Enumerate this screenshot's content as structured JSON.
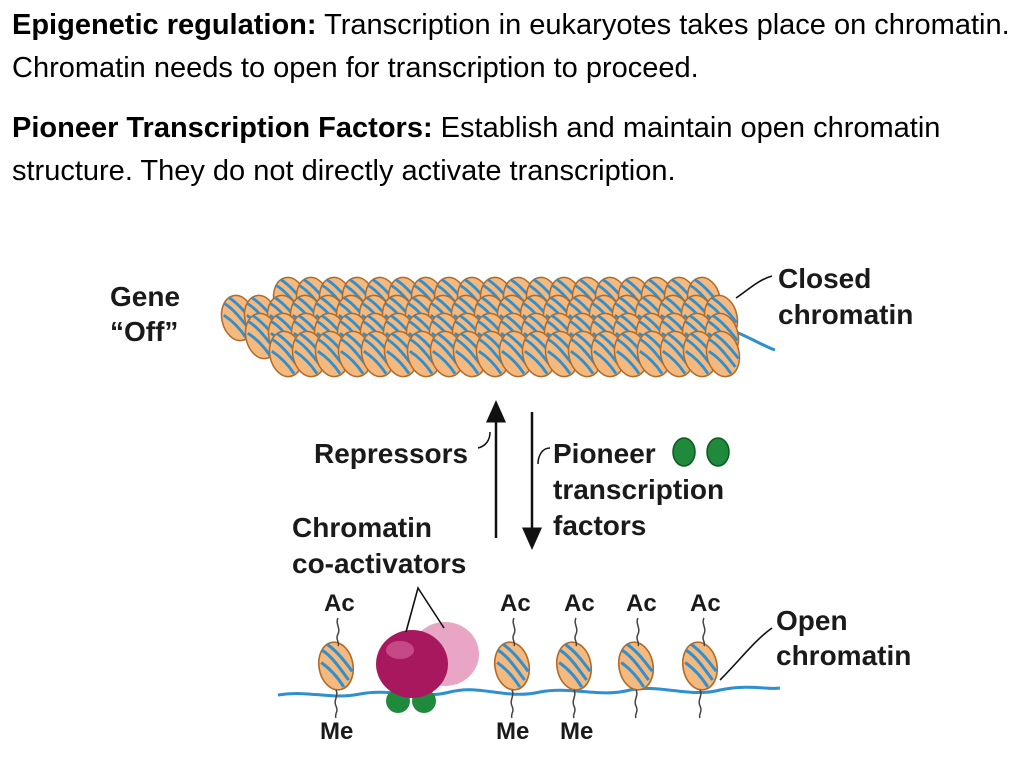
{
  "paragraph1": {
    "title": "Epigenetic regulation:",
    "text": " Transcription in eukaryotes takes place on chromatin.  Chromatin needs to open for transcription to proceed."
  },
  "paragraph2": {
    "title": "Pioneer Transcription Factors:",
    "text": " Establish and maintain open chromatin structure. They do not directly activate transcription."
  },
  "diagram": {
    "gene_off_line1": "Gene",
    "gene_off_line2": "“Off”",
    "closed_chromatin_line1": "Closed",
    "closed_chromatin_line2": "chromatin",
    "repressors": "Repressors",
    "pioneer_line1": "Pioneer",
    "pioneer_line2": "transcription",
    "pioneer_line3": "factors",
    "coactivators_line1": "Chromatin",
    "coactivators_line2": "co-activators",
    "open_chromatin_line1": "Open",
    "open_chromatin_line2": "chromatin",
    "acetyl_marks": [
      "Ac",
      "Ac",
      "Ac",
      "Ac",
      "Ac"
    ],
    "methyl_marks": [
      "Me",
      "Me",
      "Me"
    ]
  },
  "colors": {
    "nucleosome_fill": "#f4b97e",
    "nucleosome_stroke": "#b06a2a",
    "dna": "#2f8fcf",
    "coactivator": "#a8185e",
    "coactivator_light": "#e8a6c4",
    "pioneer_factor": "#1f8a3b"
  }
}
